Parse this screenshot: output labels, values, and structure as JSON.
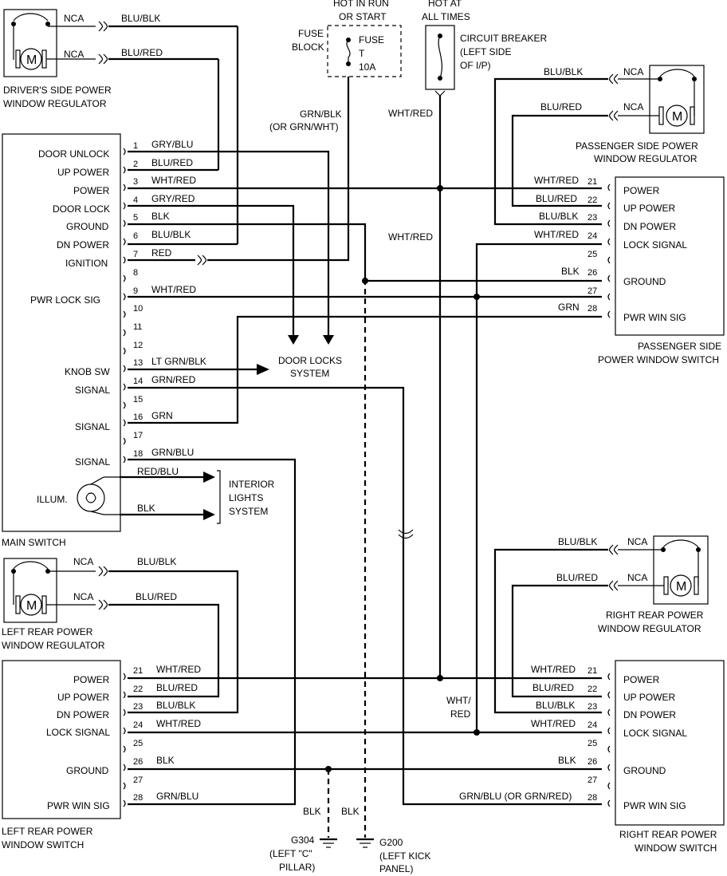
{
  "top": {
    "hot_run_start": [
      "HOT IN RUN",
      "OR START"
    ],
    "hot_all_times": [
      "HOT AT",
      "ALL TIMES"
    ],
    "fuse_block": [
      "FUSE",
      "BLOCK"
    ],
    "fuse": [
      "FUSE",
      "T",
      "10A"
    ],
    "circuit_breaker": [
      "CIRCUIT BREAKER",
      "(LEFT SIDE",
      "OF I/P)"
    ]
  },
  "driver_reg": {
    "title": [
      "DRIVER'S SIDE POWER",
      "WINDOW REGULATOR"
    ],
    "nca1": "NCA",
    "nca2": "NCA",
    "w1": "BLU/BLK",
    "w2": "BLU/RED",
    "motor": "M"
  },
  "pass_reg": {
    "title": [
      "PASSENGER SIDE POWER",
      "WINDOW REGULATOR"
    ],
    "nca1": "NCA",
    "nca2": "NCA",
    "w1": "BLU/BLK",
    "w2": "BLU/RED",
    "motor": "M"
  },
  "lr_reg": {
    "title": [
      "LEFT REAR POWER",
      "WINDOW REGULATOR"
    ],
    "nca1": "NCA",
    "nca2": "NCA",
    "w1": "BLU/BLK",
    "w2": "BLU/RED",
    "motor": "M"
  },
  "rr_reg": {
    "title": [
      "RIGHT REAR POWER",
      "WINDOW REGULATOR"
    ],
    "nca1": "NCA",
    "nca2": "NCA",
    "w1": "BLU/BLK",
    "w2": "BLU/RED",
    "motor": "M"
  },
  "main_switch": {
    "title": "MAIN SWITCH",
    "labels": [
      "DOOR UNLOCK",
      "UP POWER",
      "POWER",
      "DOOR LOCK",
      "GROUND",
      "DN POWER",
      "IGNITION",
      "PWR LOCK SIG",
      "KNOB SW",
      "SIGNAL",
      "SIGNAL",
      "SIGNAL",
      "ILLUM."
    ],
    "pins": [
      "1",
      "2",
      "3",
      "4",
      "5",
      "6",
      "7",
      "8",
      "9",
      "10",
      "11",
      "12",
      "13",
      "14",
      "15",
      "16",
      "17",
      "18"
    ],
    "wires": [
      "GRY/BLU",
      "BLU/RED",
      "WHT/RED",
      "GRY/RED",
      "BLK",
      "BLU/BLK",
      "RED",
      "WHT/RED",
      "LT GRN/BLK",
      "GRN/RED",
      "GRN",
      "GRN/BLU"
    ],
    "illum_wires": [
      "RED/BLU",
      "BLK"
    ]
  },
  "wire_labels": {
    "grn_blk": [
      "GRN/BLK",
      "(OR GRN/WHT)"
    ],
    "wht_red_a": "WHT/RED",
    "wht_red_b": "WHT/RED",
    "wht_red_split": [
      "WHT/",
      "RED"
    ]
  },
  "door_locks": [
    "DOOR LOCKS",
    "SYSTEM"
  ],
  "interior_lights": [
    "INTERIOR",
    "LIGHTS",
    "SYSTEM"
  ],
  "pass_switch": {
    "title": [
      "PASSENGER SIDE",
      "POWER WINDOW SWITCH"
    ],
    "labels": [
      "POWER",
      "UP POWER",
      "DN POWER",
      "LOCK SIGNAL",
      "GROUND",
      "PWR WIN SIG"
    ],
    "pins": [
      "21",
      "22",
      "23",
      "24",
      "25",
      "26",
      "27",
      "28"
    ],
    "wires": [
      "WHT/RED",
      "BLU/RED",
      "BLU/BLK",
      "WHT/RED",
      "BLK",
      "GRN"
    ]
  },
  "lr_switch": {
    "title": [
      "LEFT REAR POWER",
      "WINDOW SWITCH"
    ],
    "labels": [
      "POWER",
      "UP POWER",
      "DN POWER",
      "LOCK SIGNAL",
      "GROUND",
      "PWR WIN SIG"
    ],
    "pins": [
      "21",
      "22",
      "23",
      "24",
      "25",
      "26",
      "27",
      "28"
    ],
    "wires": [
      "WHT/RED",
      "BLU/RED",
      "BLU/BLK",
      "WHT/RED",
      "BLK",
      "GRN/BLU"
    ]
  },
  "rr_switch": {
    "title": [
      "RIGHT REAR POWER",
      "WINDOW SWITCH"
    ],
    "labels": [
      "POWER",
      "UP POWER",
      "DN POWER",
      "LOCK SIGNAL",
      "GROUND",
      "PWR WIN SIG"
    ],
    "pins": [
      "21",
      "22",
      "23",
      "24",
      "25",
      "26",
      "27",
      "28"
    ],
    "wires": [
      "WHT/RED",
      "BLU/RED",
      "BLU/BLK",
      "WHT/RED",
      "BLK",
      "GRN/BLU (OR GRN/RED)"
    ]
  },
  "grounds": {
    "blk1": "BLK",
    "blk2": "BLK",
    "g304": [
      "G304",
      "(LEFT \"C\"",
      "PILLAR)"
    ],
    "g200": [
      "G200",
      "(LEFT KICK",
      "PANEL)"
    ]
  }
}
